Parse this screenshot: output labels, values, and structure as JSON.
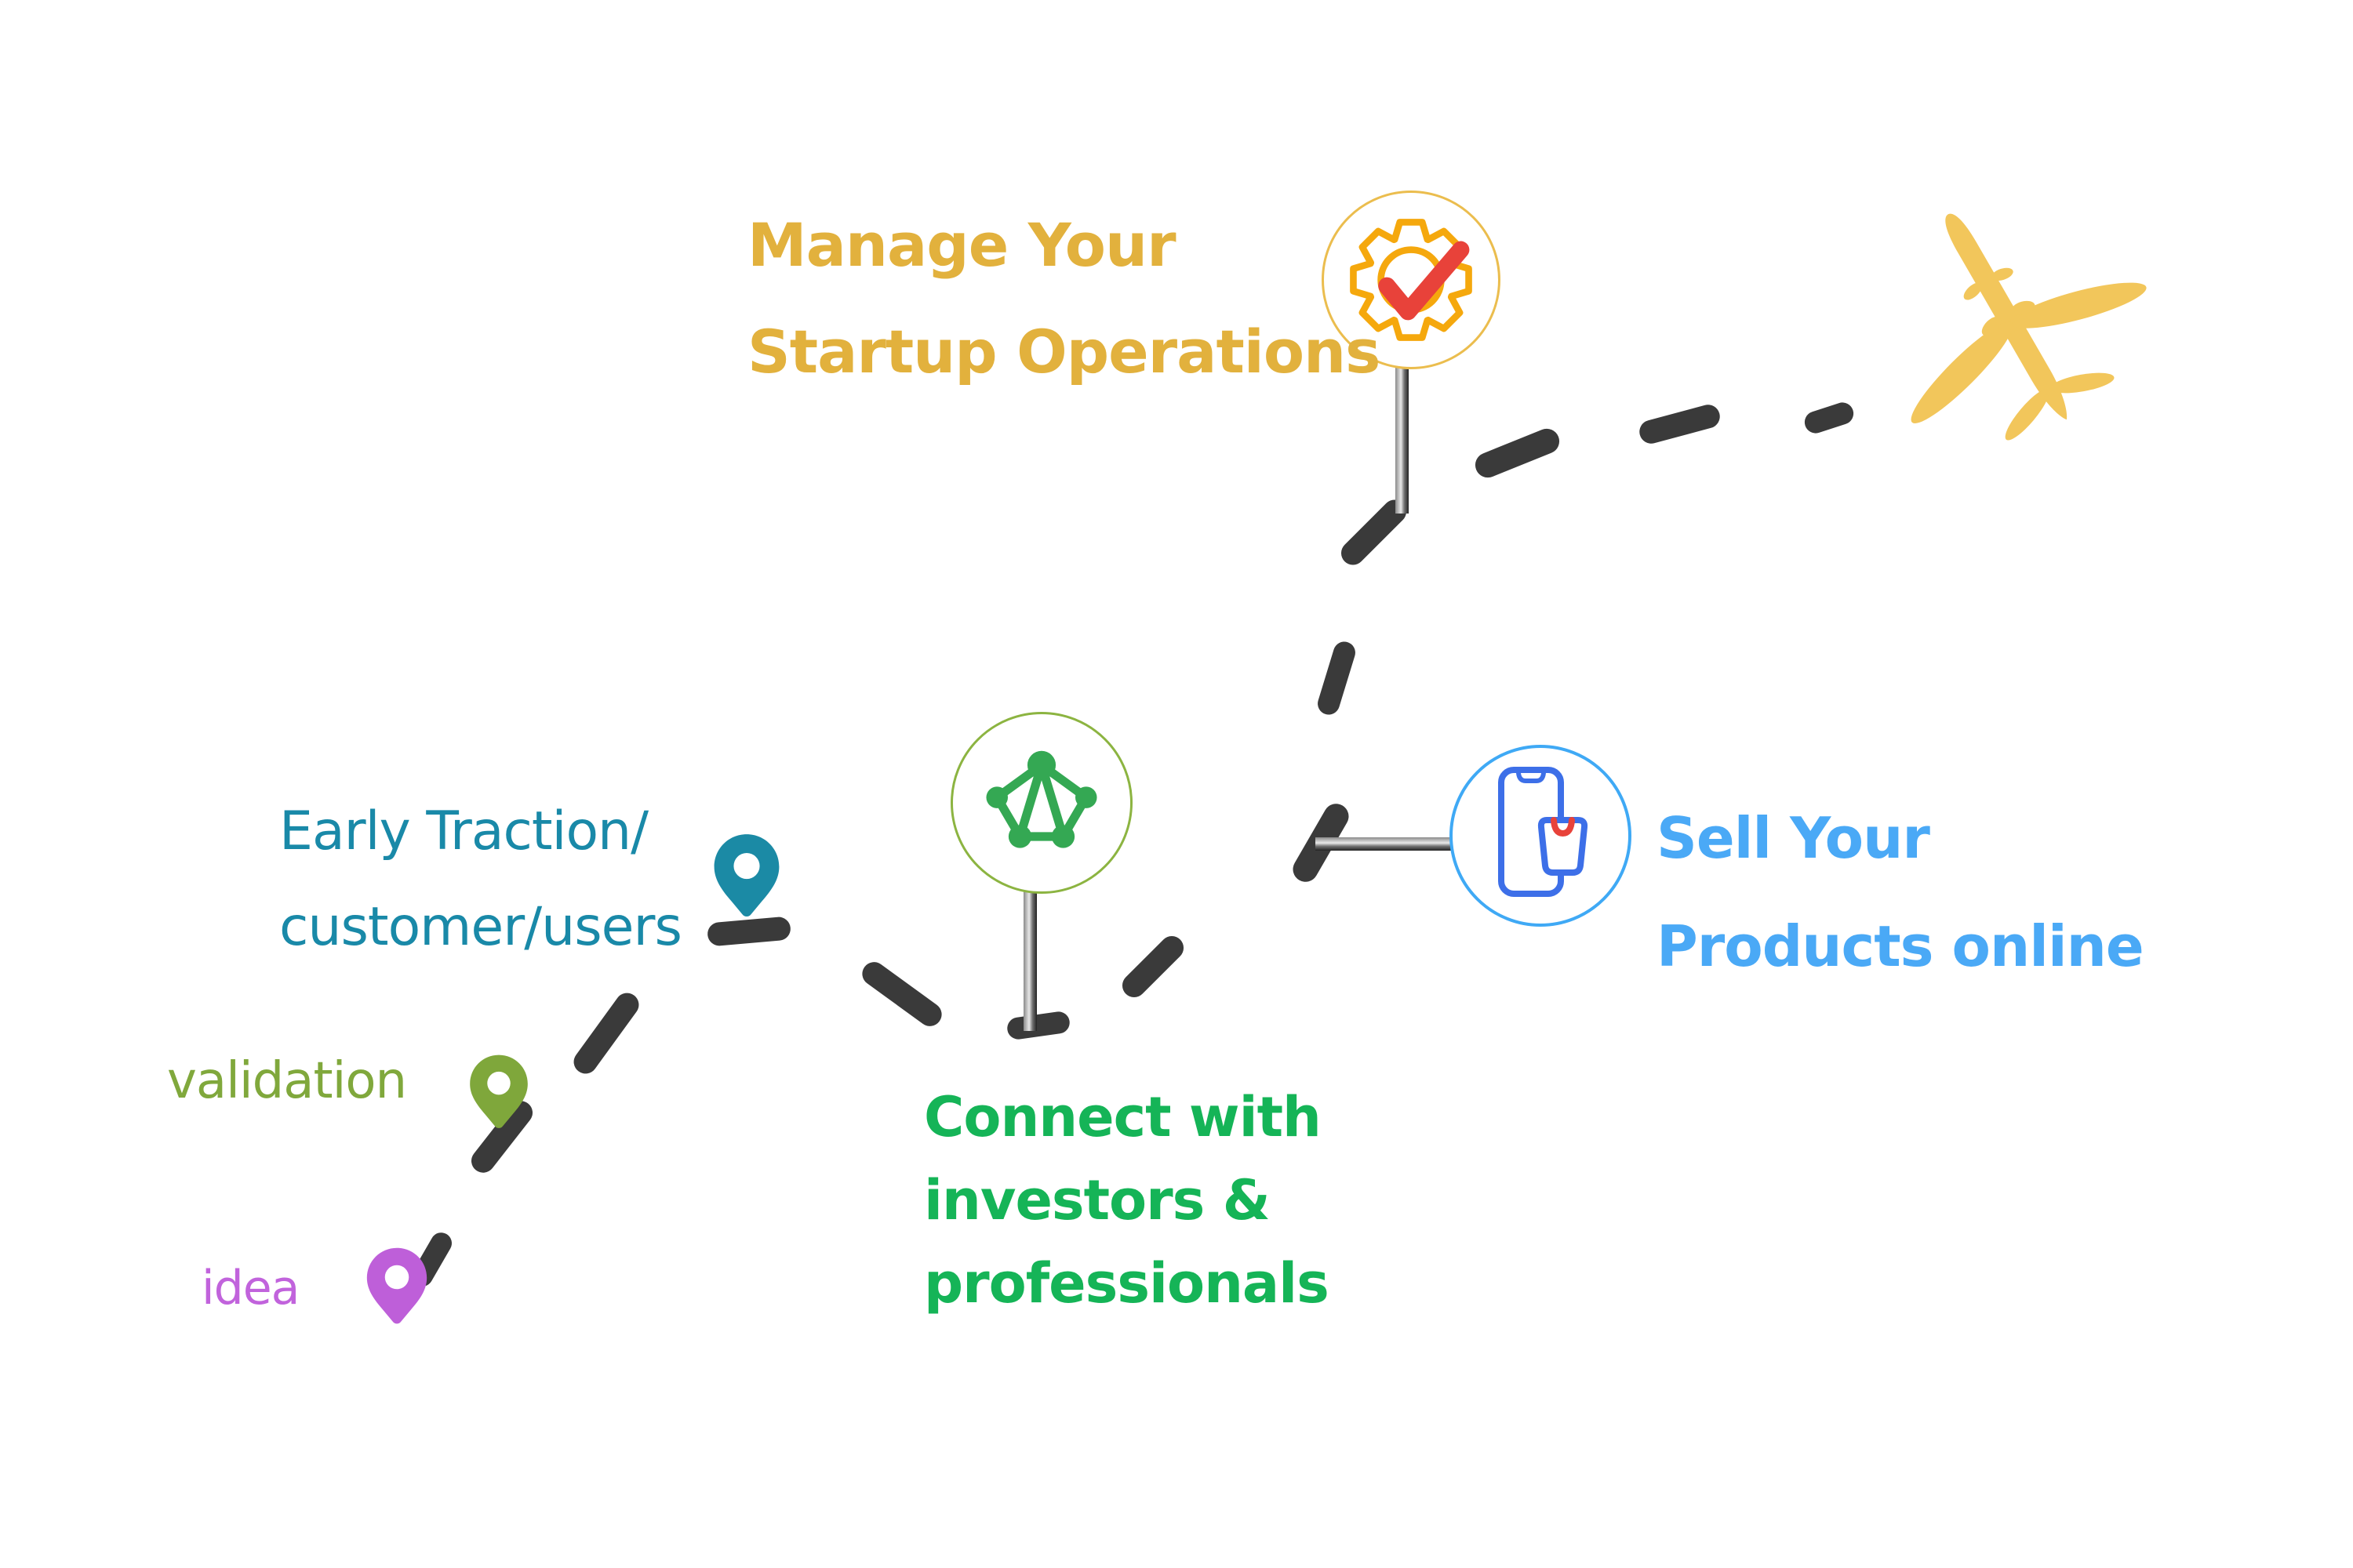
{
  "diagram_title": "startup journey path infographic",
  "stages": [
    {
      "id": "idea",
      "label": "idea",
      "marker": "map-pin",
      "color": "#c163dc"
    },
    {
      "id": "validation",
      "label": "validation",
      "marker": "map-pin",
      "color": "#80a83c"
    },
    {
      "id": "early-traction",
      "label_line1": "Early Traction/",
      "label_line2": "customer/users",
      "marker": "map-pin",
      "color": "#1989a8"
    },
    {
      "id": "connect",
      "label_line1": "Connect with",
      "label_line2": "investors &",
      "label_line3": "professionals",
      "marker": "sign-network-nodes-icon",
      "color": "#15b457"
    },
    {
      "id": "sell",
      "label_line1": "Sell Your",
      "label_line2": "Products online",
      "marker": "sign-phone-shopping-bag-icon",
      "color": "#4aa9f6"
    },
    {
      "id": "manage",
      "label_line1": "Manage Your",
      "label_line2": "Startup Operations",
      "marker": "sign-gear-checkmark-icon",
      "color": "#e2b13d"
    }
  ],
  "labels": {
    "idea": {
      "text": "idea"
    },
    "validation": {
      "text": "validation"
    },
    "early": {
      "line1": "Early Traction/",
      "line2": "customer/users"
    },
    "connect": {
      "line1": "Connect with",
      "line2": "investors &",
      "line3": "professionals"
    },
    "sell": {
      "line1": "Sell Your",
      "line2": "Products online"
    },
    "manage": {
      "line1": "Manage Your",
      "line2": "Startup Operations"
    }
  },
  "icons": {
    "gear": "gear-with-checkmark-icon",
    "network": "network-nodes-icon",
    "shopping": "phone-shopping-bag-icon",
    "airplane": "airplane-icon",
    "pins": [
      "idea-pin",
      "validation-pin",
      "early-traction-pin"
    ]
  },
  "colors": {
    "background": "#ffffff",
    "dash_path": "#3a3a3a",
    "gold_text": "#e2b13d",
    "gold_plane": "#f2c65b",
    "gear_amber": "#f5a80d",
    "check_red": "#e8423a",
    "sky_blue_text": "#4aa9f6",
    "blue_circle_border": "#3fa9f5",
    "phone_blue": "#3d6fe8",
    "green_text": "#15b457",
    "network_green": "#34a853",
    "lime_circle_border": "#8cb441",
    "teal": "#1989a8",
    "olive": "#80a83c",
    "purple": "#c163dc",
    "pole_metal": "#9a9a9a"
  }
}
